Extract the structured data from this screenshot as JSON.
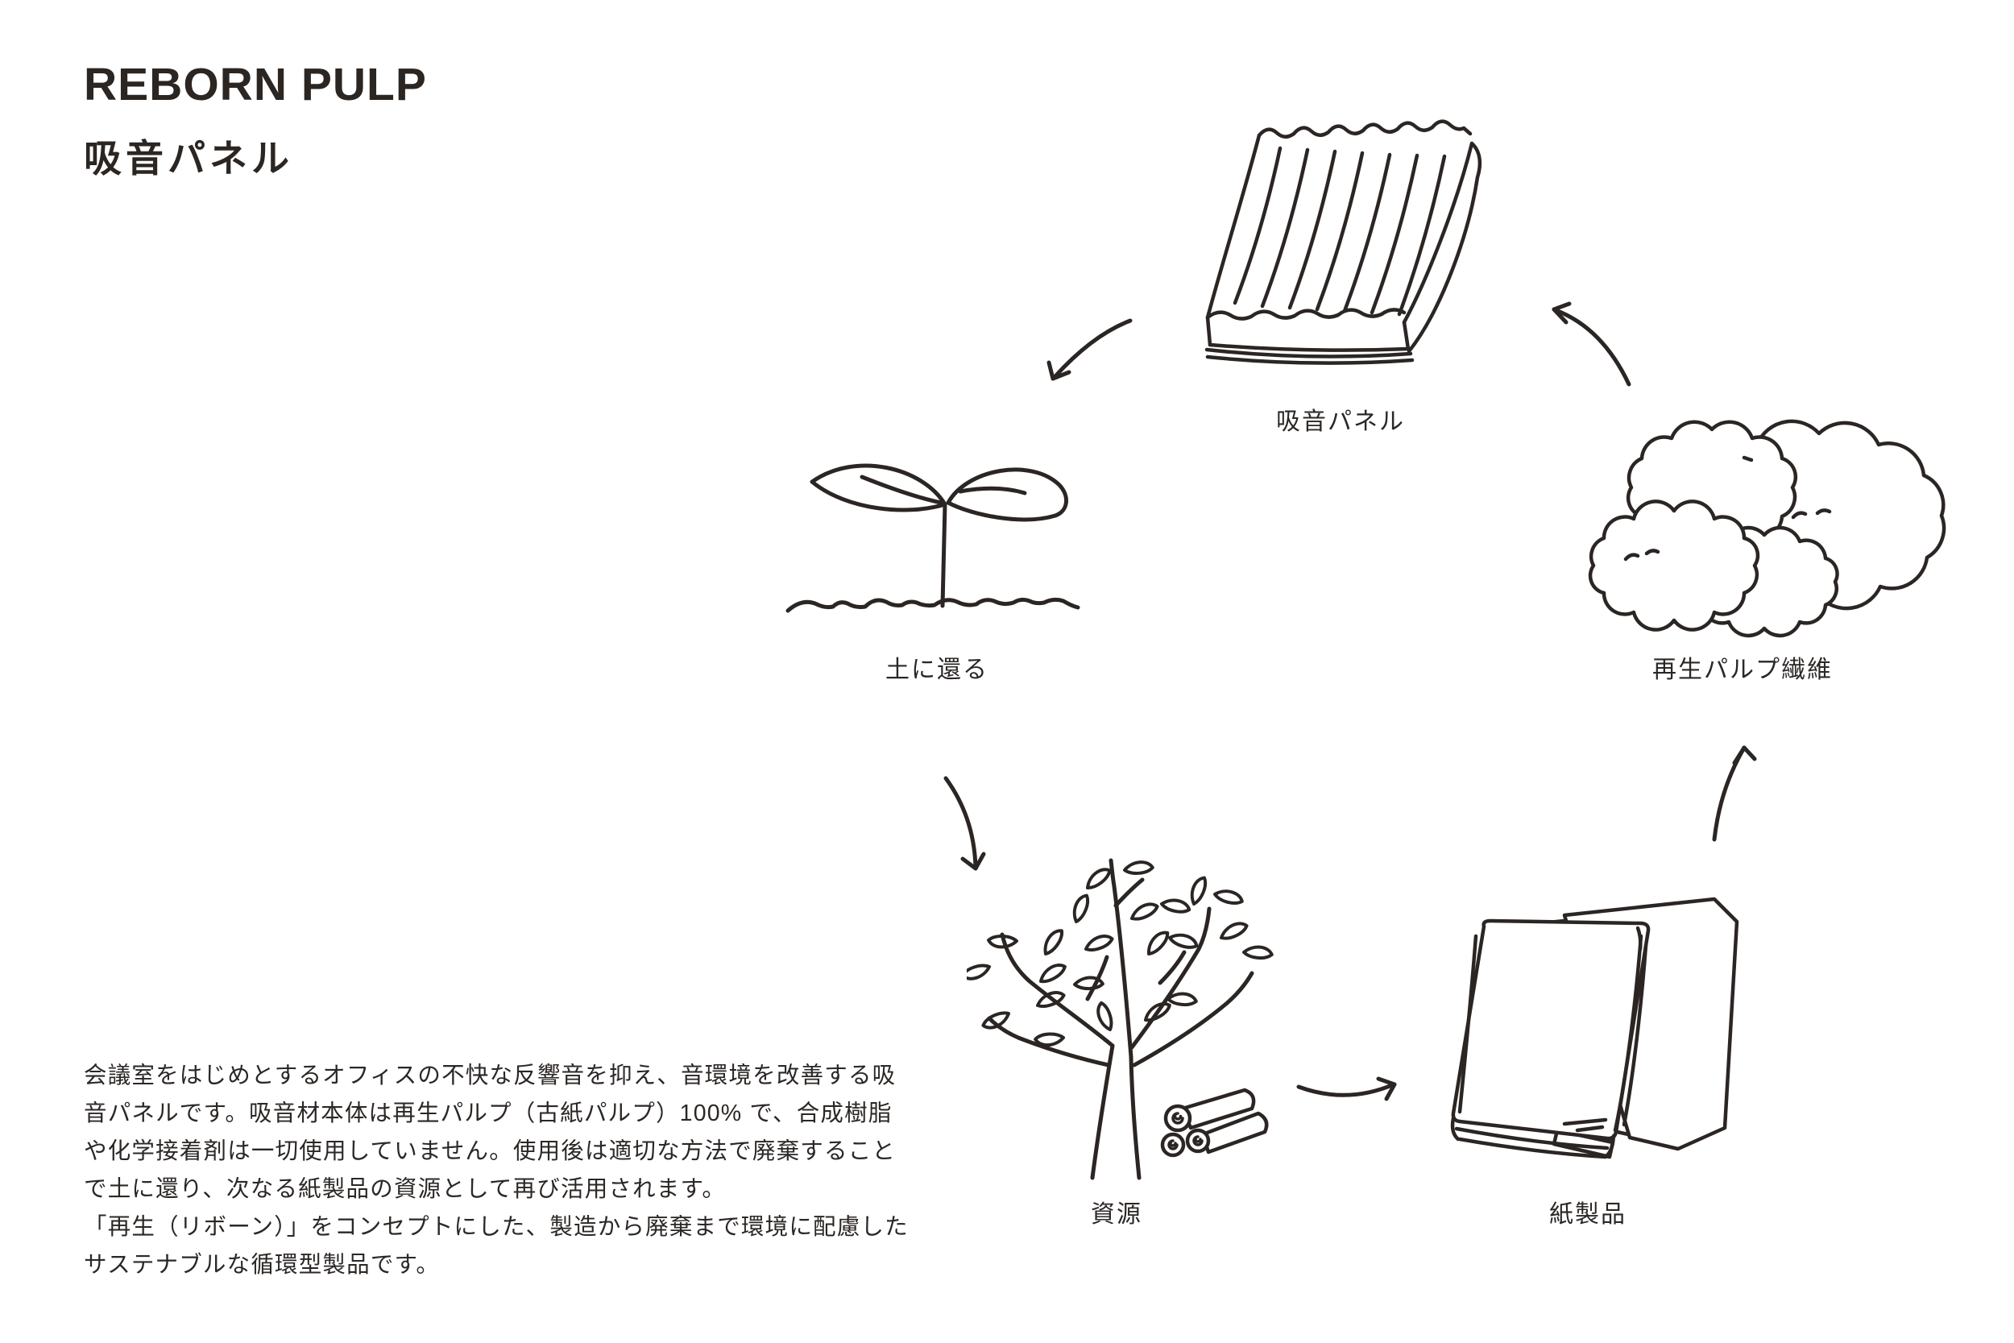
{
  "page": {
    "background_color": "#ffffff",
    "ink_color": "#2b2623"
  },
  "header": {
    "title": "REBORN PULP",
    "subtitle": "吸音パネル"
  },
  "description": {
    "lines": [
      "会議室をはじめとするオフィスの不快な反響音を抑え、音環境を改善する吸",
      "音パネルです。吸音材本体は再生パルプ（古紙パルプ）100% で、合成樹脂",
      "や化学接着剤は一切使用していません。使用後は適切な方法で廃棄すること",
      "で土に還り、次なる紙製品の資源として再び活用されます。",
      "「再生（リボーン）」をコンセプトにした、製造から廃棄まで環境に配慮した",
      "サステナブルな循環型製品です。"
    ]
  },
  "diagram": {
    "type": "cycle",
    "direction": "panel → soil → resource → paper products → pulp fiber → panel",
    "nodes": [
      {
        "id": "panel",
        "label": "吸音パネル",
        "icon": "acoustic-panel-illustration"
      },
      {
        "id": "soil",
        "label": "土に還る",
        "icon": "sprout-illustration"
      },
      {
        "id": "resource",
        "label": "資源",
        "icon": "tree-and-logs-illustration"
      },
      {
        "id": "paper",
        "label": "紙製品",
        "icon": "paper-products-illustration"
      },
      {
        "id": "fiber",
        "label": "再生パルプ繊維",
        "icon": "pulp-fiber-illustration"
      }
    ]
  }
}
